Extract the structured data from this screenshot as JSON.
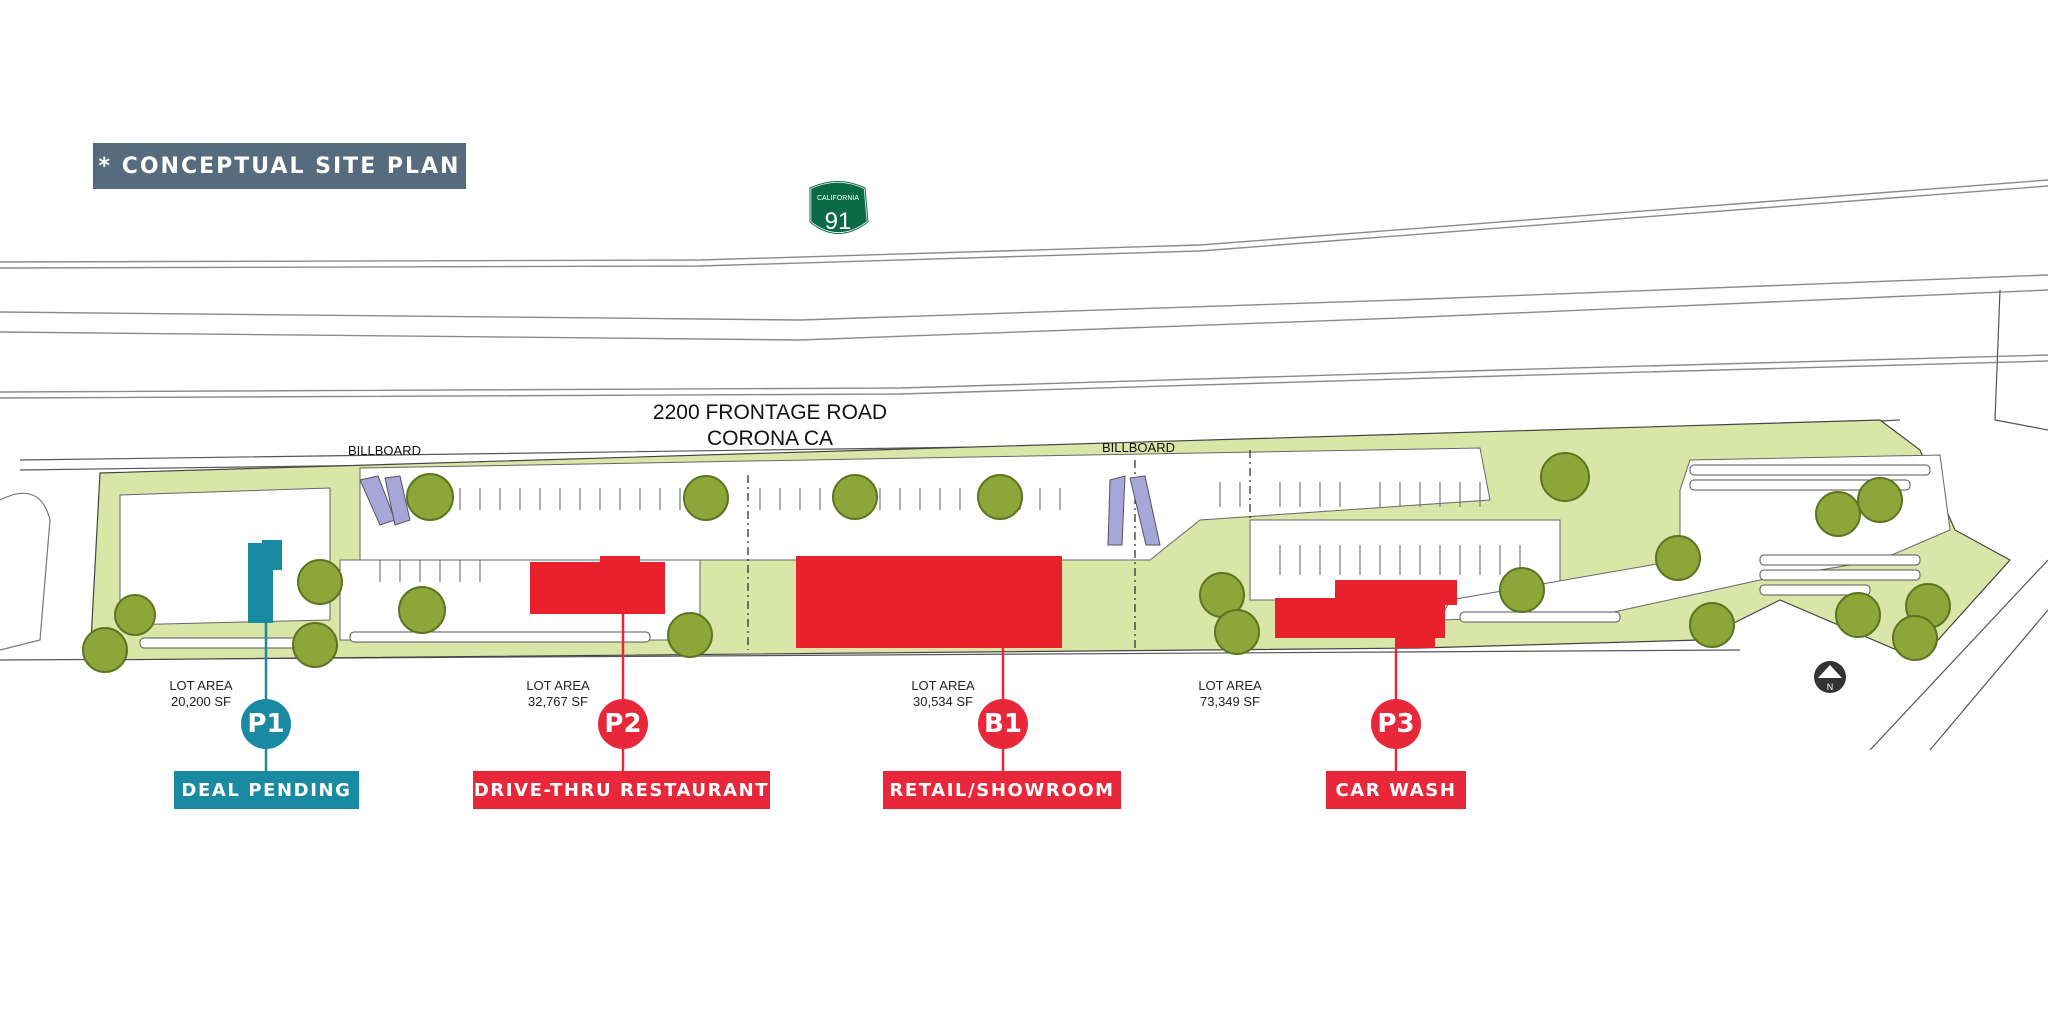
{
  "title": "* CONCEPTUAL SITE PLAN",
  "highway": {
    "state": "CALIFORNIA",
    "number": "91"
  },
  "address": {
    "line1": "2200 FRONTAGE ROAD",
    "line2": "CORONA CA"
  },
  "billboards": [
    "BILLBOARD",
    "BILLBOARD"
  ],
  "parcels": [
    {
      "id": "P1",
      "lot_label": "LOT AREA",
      "lot_area": "20,200 SF",
      "status": "DEAL PENDING",
      "color": "#1a8aa3"
    },
    {
      "id": "P2",
      "lot_label": "LOT AREA",
      "lot_area": "32,767  SF",
      "status": "DRIVE-THRU RESTAURANT",
      "color": "#e8283a"
    },
    {
      "id": "B1",
      "lot_label": "LOT AREA",
      "lot_area": "30,534  SF",
      "status": "RETAIL/SHOWROOM",
      "color": "#e8283a"
    },
    {
      "id": "P3",
      "lot_label": "LOT AREA",
      "lot_area": "73,349  SF",
      "status": "CAR WASH",
      "color": "#e8283a"
    }
  ],
  "north_arrow": "N",
  "colors": {
    "landscape": "#d9e6a8",
    "building": "#e8212d",
    "pending": "#1a8aa3",
    "title_bg": "#566b7e",
    "shield": "#0b6b47"
  }
}
